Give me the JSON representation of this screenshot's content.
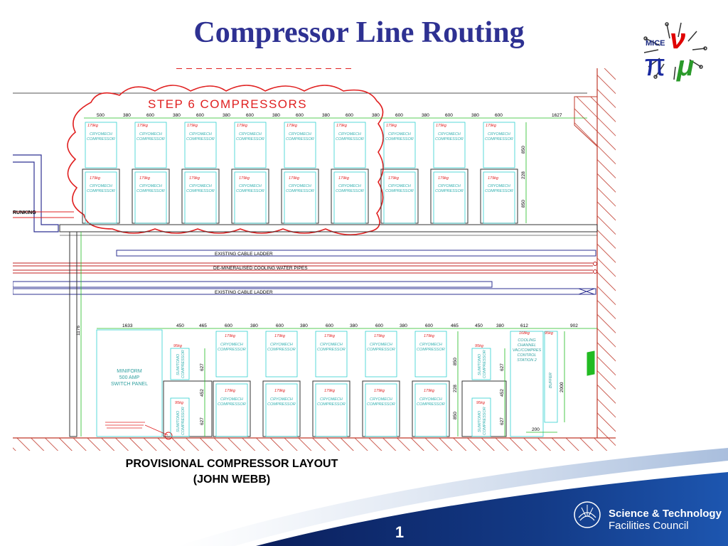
{
  "slide": {
    "title": "Compressor Line Routing",
    "caption_line1": "PROVISIONAL COMPRESSOR LAYOUT",
    "caption_line2": "(JOHN WEBB)",
    "slide_number": "1"
  },
  "logo": {
    "text": "MICE"
  },
  "footer": {
    "org_line1": "Science & Technology",
    "org_line2": "Facilities Council"
  },
  "drawing": {
    "step_label": "STEP 6 COMPRESSORS",
    "trunking_label": "RUNKING",
    "cable_ladder_1": "EXISTING CABLE LADDER",
    "pipes_label": "DE-MINERALISED COOLING WATER PIPES",
    "cable_ladder_2": "EXISTING CABLE LADDER",
    "panel_label_1": "MINIFORM",
    "panel_label_2": "500 AMP",
    "panel_label_3": "SWITCH PANEL",
    "cooling_label_1": "COOLING",
    "cooling_label_2": "CHANNEL",
    "cooling_label_3": "VAC/COMPRES",
    "cooling_label_4": "CONTROL",
    "cooling_label_5": "STATION 2",
    "buffer_label": "BUFFER",
    "top_dims": [
      "500",
      "380",
      "600",
      "380",
      "600",
      "380",
      "600",
      "380",
      "600",
      "380",
      "600",
      "380",
      "600",
      "380",
      "600",
      "380",
      "600",
      "1627"
    ],
    "bottom_dims": [
      "1633",
      "450",
      "465",
      "600",
      "380",
      "600",
      "380",
      "600",
      "380",
      "600",
      "380",
      "600",
      "465",
      "450",
      "380",
      "612",
      "902"
    ],
    "side_dims": [
      "850",
      "228",
      "850"
    ],
    "left_dim": "1176",
    "right_dims": [
      "850",
      "228",
      "850",
      "2000",
      "200"
    ],
    "bottom_side_dims": [
      "627",
      "452",
      "627"
    ],
    "cryo_line1": "CRYOMECH",
    "cryo_line2": "COMPRESSOR",
    "sumi_line1": "SUMITOMO",
    "sumi_line2": "COMPRESSOR",
    "weight_cryo": "179kg",
    "weight_sumi": "95kg",
    "weight_cooling": "168kg",
    "weight_buffer": "95kg"
  }
}
